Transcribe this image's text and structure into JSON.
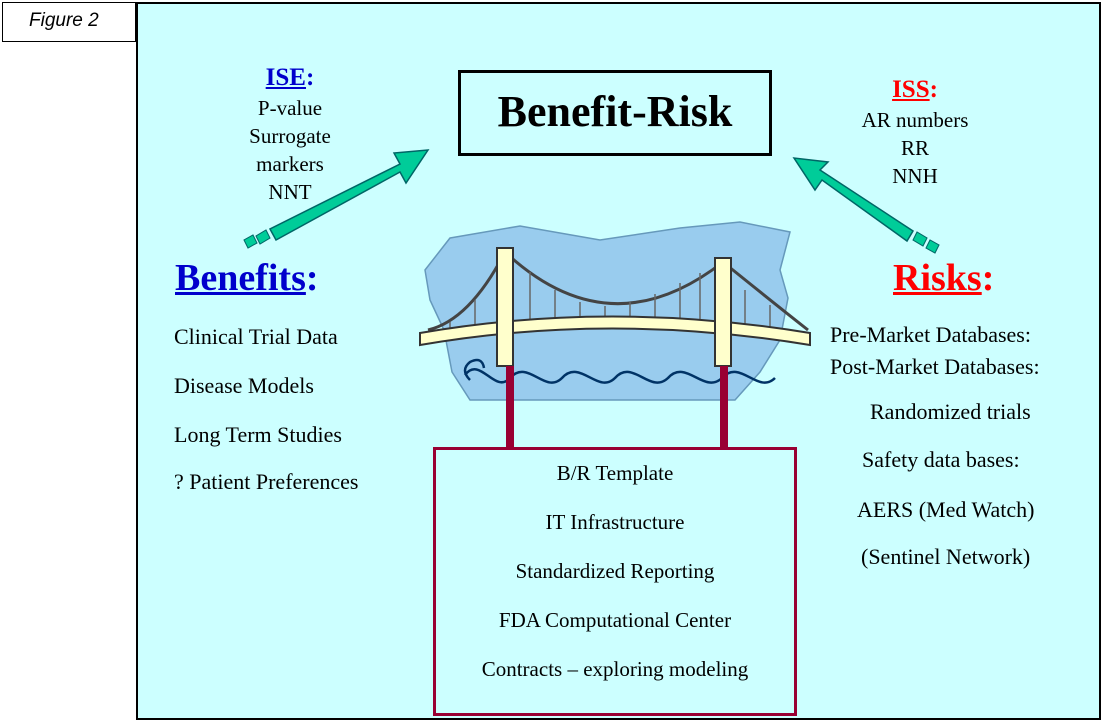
{
  "figure_label": "Figure 2",
  "title": "Benefit-Risk",
  "ise": {
    "heading": "ISE",
    "colon": ":",
    "lines": [
      "P-value",
      "Surrogate",
      "markers",
      "NNT"
    ]
  },
  "iss": {
    "heading": "ISS",
    "colon": ":",
    "lines": [
      "AR numbers",
      "RR",
      "NNH"
    ]
  },
  "benefits": {
    "heading": "Benefits",
    "colon": ":",
    "items": [
      "Clinical Trial Data",
      "Disease Models",
      "Long Term Studies",
      "? Patient Preferences"
    ]
  },
  "risks": {
    "heading": "Risks",
    "colon": ":",
    "items": [
      "Pre-Market Databases:",
      "Post-Market Databases:",
      "Randomized trials",
      "Safety data bases:",
      "AERS (Med Watch)",
      "(Sentinel Network)"
    ]
  },
  "infrastructure": {
    "items": [
      "B/R Template",
      "IT Infrastructure",
      "Standardized Reporting",
      "FDA Computational Center",
      "Contracts – exploring  modeling"
    ]
  },
  "colors": {
    "ise_blue": "#0000cc",
    "iss_red": "#ff0000",
    "arrow_green": "#00cc99",
    "box_border": "#990033",
    "background": "#ccffff",
    "bridge_sky": "#99ccee"
  },
  "icons": [
    "bridge-clipart-icon",
    "left-arrow-icon",
    "right-arrow-icon"
  ]
}
